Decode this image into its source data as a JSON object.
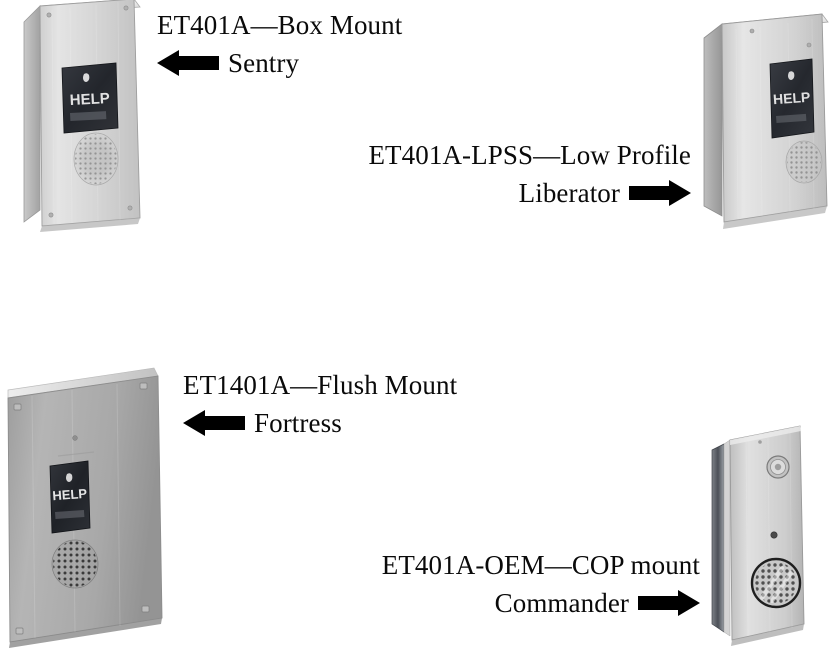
{
  "figure": {
    "background_color": "#ffffff",
    "ink_color": "#0a0a0a"
  },
  "items": [
    {
      "id": "box-mount",
      "model": "ET401A—Box Mount",
      "nickname": "Sentry",
      "arrow": "left-arrow",
      "arrow_direction": "left",
      "product_name": "box-mount-emergency-phone",
      "panel_label": "HELP",
      "panel_color": "#2a2d35",
      "face_color": "#d9d9d9"
    },
    {
      "id": "low-profile",
      "model": "ET401A-LPSS—Low Profile",
      "nickname": "Liberator",
      "arrow": "right-arrow",
      "arrow_direction": "right",
      "product_name": "low-profile-emergency-phone",
      "panel_label": "HELP",
      "panel_color": "#2c2f36",
      "face_color": "#d5d5d5"
    },
    {
      "id": "flush-mount",
      "model": "ET1401A—Flush Mount",
      "nickname": "Fortress",
      "arrow": "left-arrow",
      "arrow_direction": "left",
      "product_name": "flush-mount-emergency-phone",
      "panel_label": "HELP",
      "panel_color": "#26282e",
      "face_color": "#ababab"
    },
    {
      "id": "cop-mount",
      "model": "ET401A-OEM—COP mount",
      "nickname": "Commander",
      "arrow": "right-arrow",
      "arrow_direction": "right",
      "product_name": "cop-mount-emergency-phone",
      "panel_label": "",
      "panel_color": "#3a3d43",
      "face_color": "#cfcfcf"
    }
  ]
}
